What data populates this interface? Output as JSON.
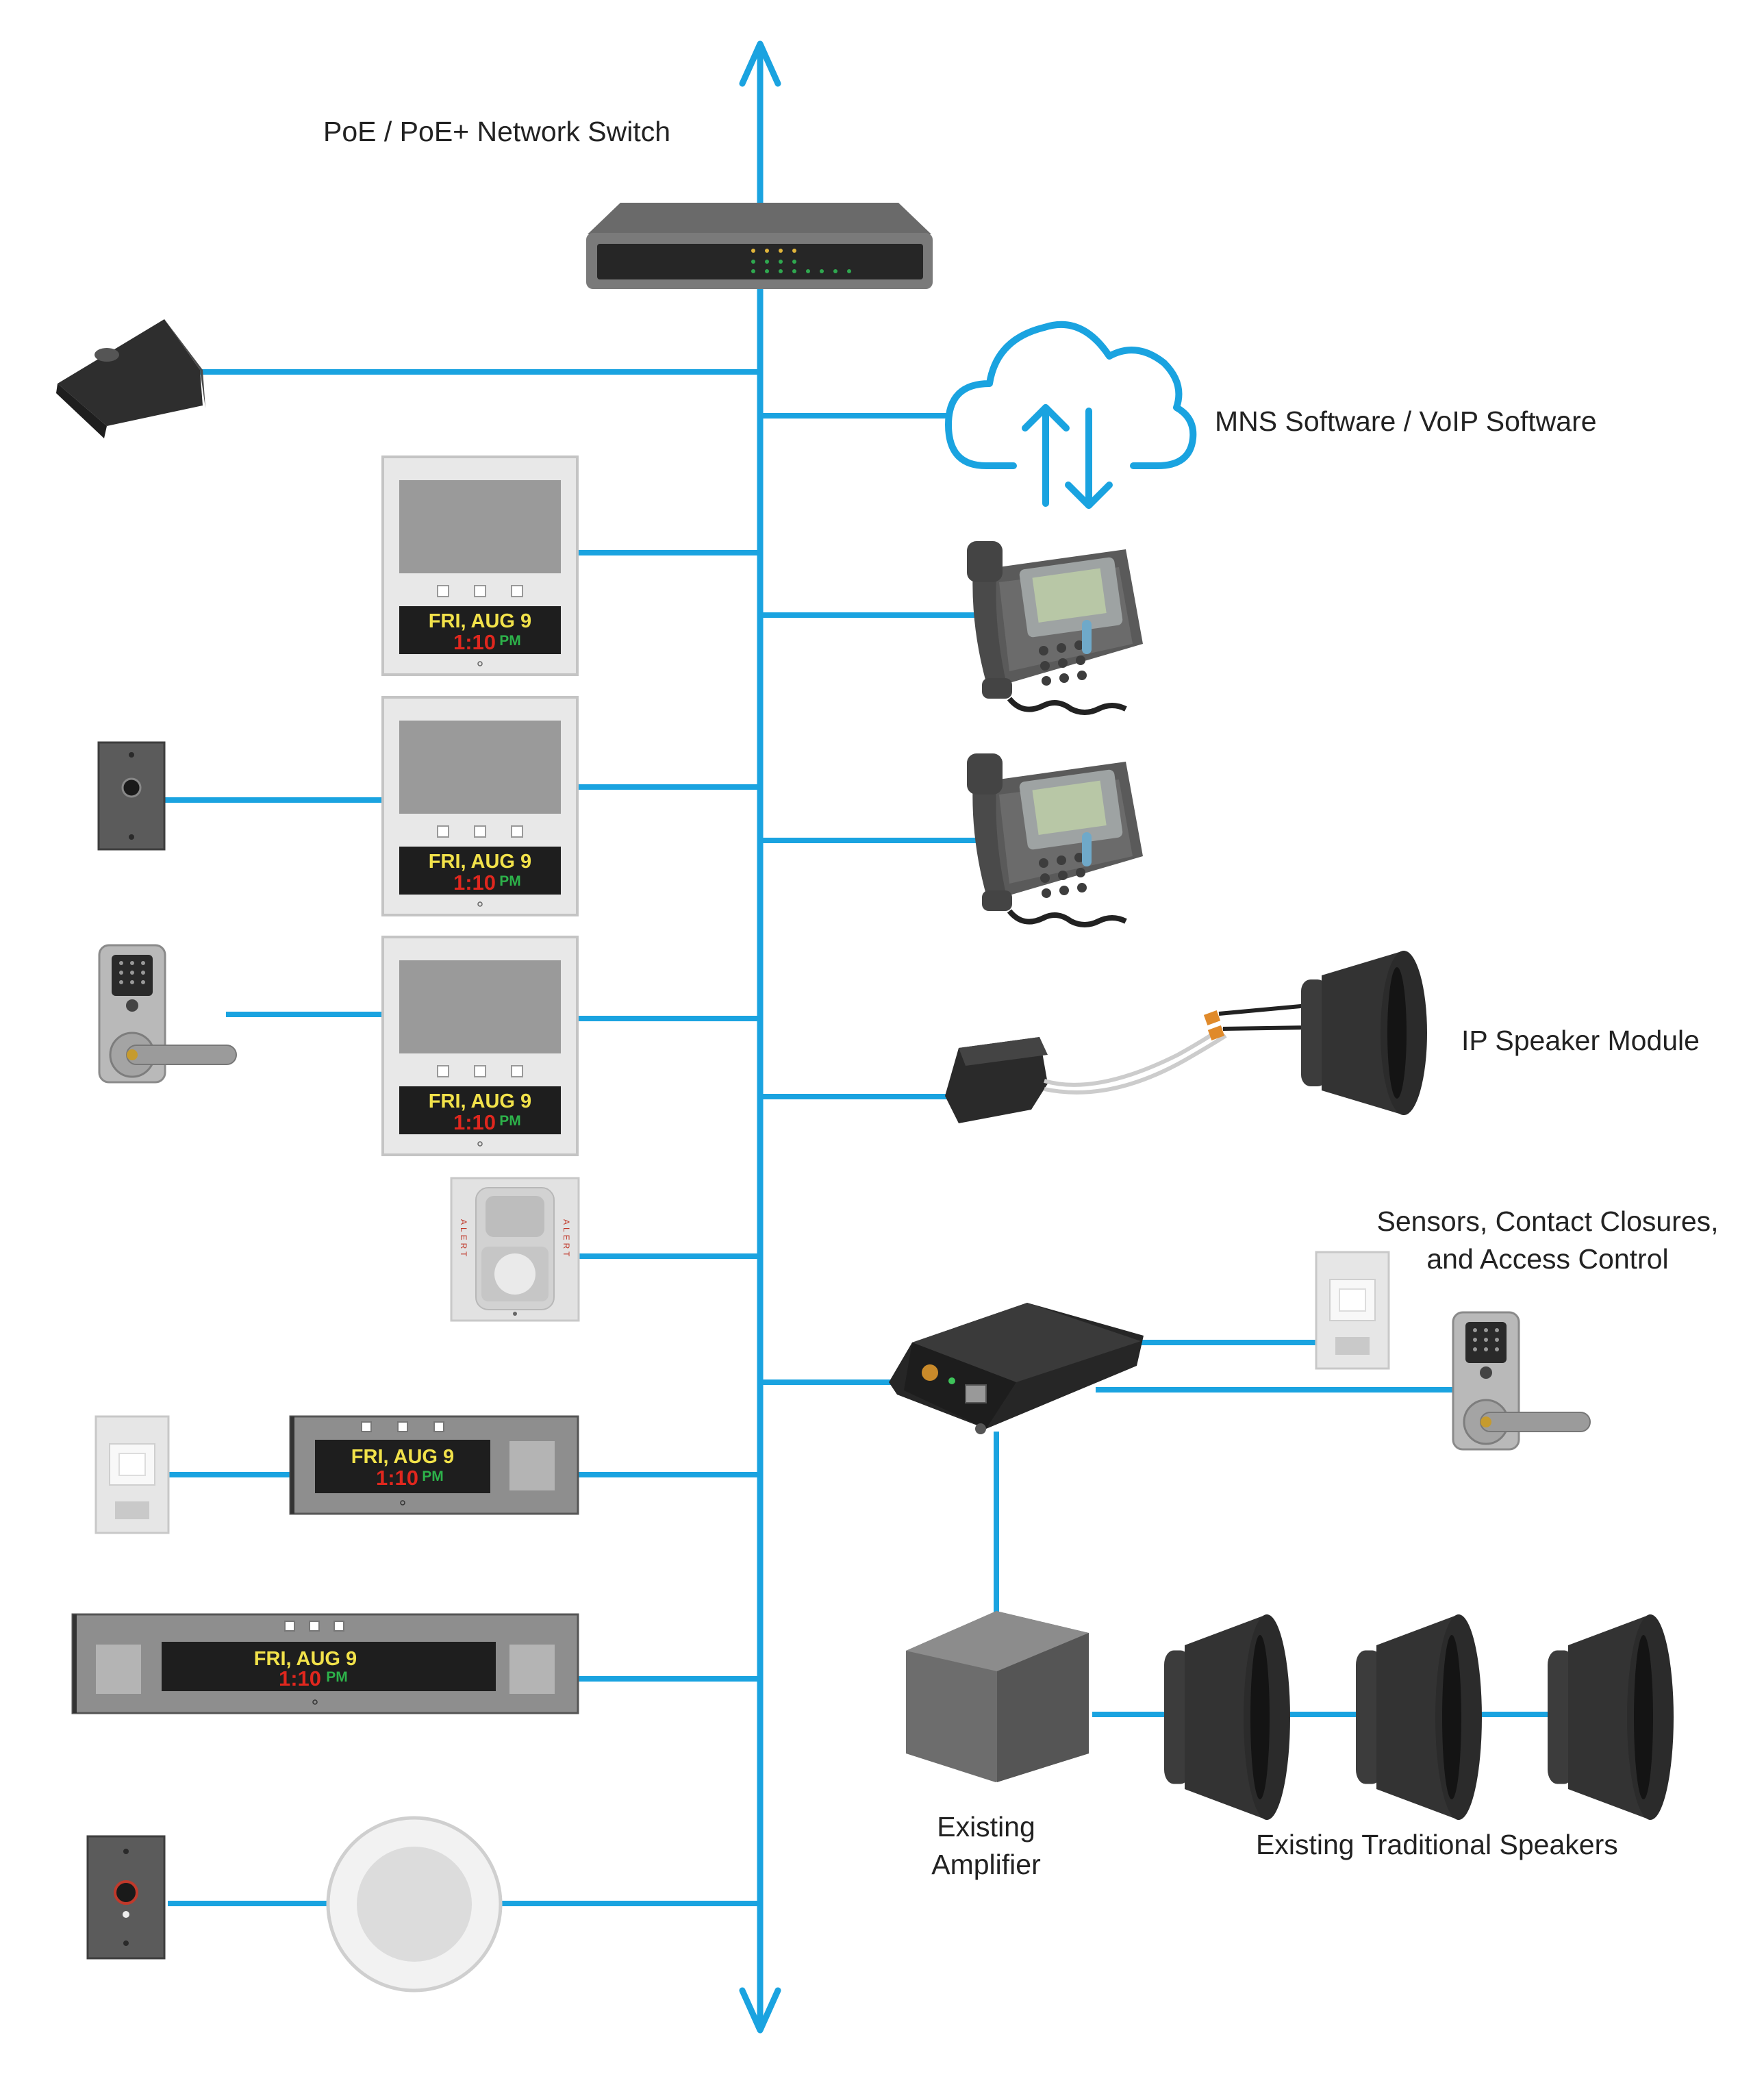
{
  "labels": {
    "switch": "PoE / PoE+ Network Switch",
    "software": "MNS Software / VoIP Software",
    "ip_speaker": "IP Speaker Module",
    "sensors_line1": "Sensors, Contact Closures,",
    "sensors_line2": "and Access Control",
    "amp_line1": "Existing",
    "amp_line2": "Amplifier",
    "traditional_speakers": "Existing Traditional Speakers"
  },
  "display": {
    "date": "FRI, AUG 9",
    "time": "1:10",
    "ampm": "PM"
  },
  "strobe": {
    "side_text": "ALERT"
  },
  "colors": {
    "network_line": "#1aa3e0",
    "device_dark": "#3a3a3a",
    "date_text": "#f2e24a",
    "time_text": "#e0271e",
    "ampm_text": "#2db24a"
  }
}
